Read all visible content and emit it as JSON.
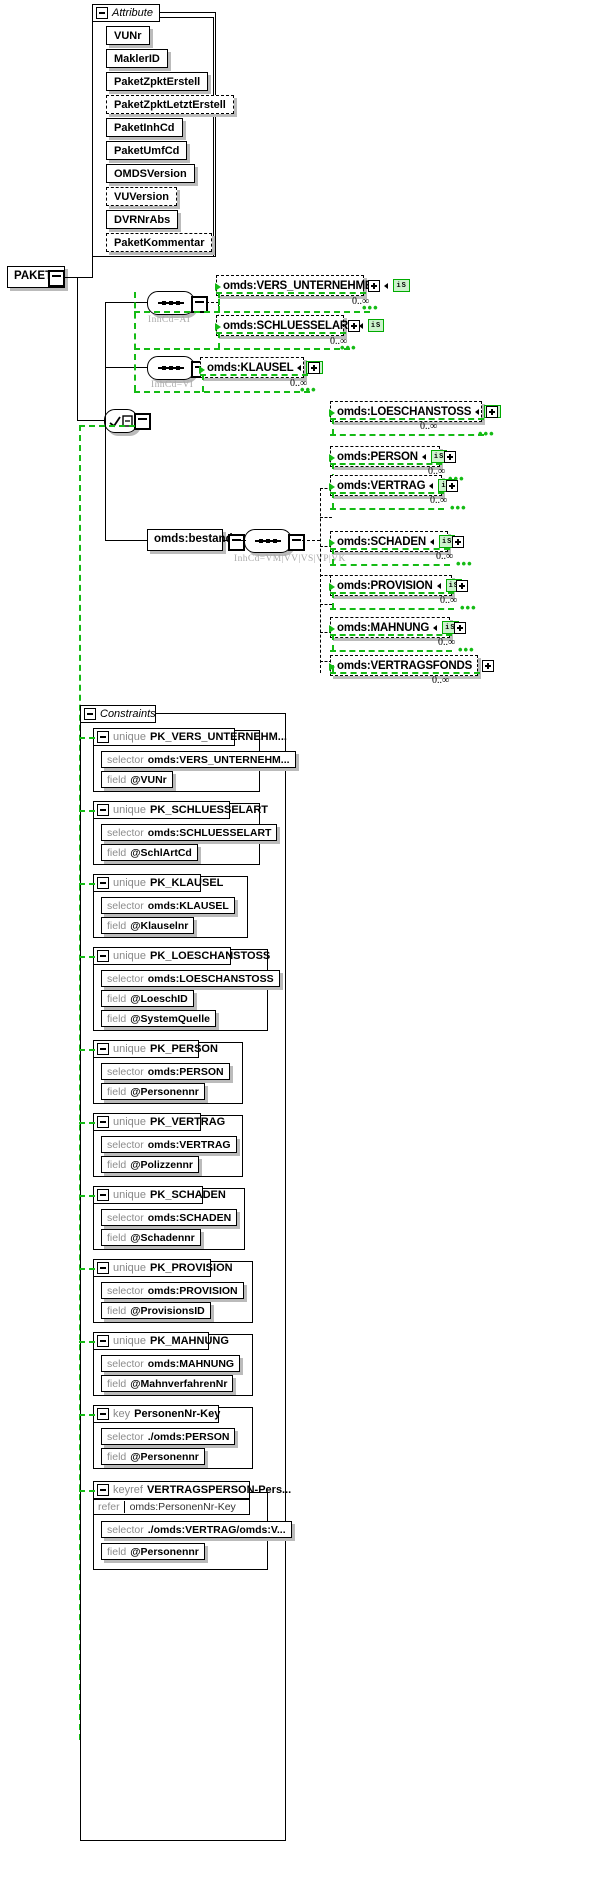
{
  "diagram": {
    "type": "xsd-schema-diagram",
    "root_element": "PAKET",
    "colors": {
      "line": "#000000",
      "reference_green": "#15bb15",
      "badge_bg": "#ccf2cc",
      "badge_border": "#00aa00",
      "shadow": "#bbbbbb",
      "muted_text": "#8c8c8c"
    }
  },
  "root": {
    "label": "PAKET"
  },
  "attribute_group": {
    "title": "Attribute",
    "toggle": "minus",
    "items": [
      {
        "label": "VUNr",
        "optional": false
      },
      {
        "label": "MaklerID",
        "optional": false
      },
      {
        "label": "PaketZpktErstell",
        "optional": false
      },
      {
        "label": "PaketZpktLetztErstell",
        "optional": true
      },
      {
        "label": "PaketInhCd",
        "optional": false
      },
      {
        "label": "PaketUmfCd",
        "optional": false
      },
      {
        "label": "OMDSVersion",
        "optional": false
      },
      {
        "label": "VUVersion",
        "optional": true
      },
      {
        "label": "DVRNrAbs",
        "optional": false
      },
      {
        "label": "PaketKommentar",
        "optional": true
      }
    ]
  },
  "content_model": {
    "choice": {
      "symbol": "choice",
      "label": ""
    },
    "branches": [
      {
        "compositor": "sequence",
        "annotation": "InhCd=AI",
        "elements": [
          {
            "name": "omds:VERS_UNTERNEHMEN",
            "badge": "iS",
            "occurrence": "0..∞",
            "expander": "plus"
          },
          {
            "name": "omds:SCHLUESSELART",
            "badge": "iS",
            "occurrence": "0..∞",
            "expander": "plus"
          }
        ]
      },
      {
        "compositor": "sequence",
        "annotation": "InhCd=VI",
        "elements": [
          {
            "name": "omds:KLAUSEL",
            "badge": "iS",
            "occurrence": "0..∞",
            "expander": "plus"
          }
        ]
      },
      {
        "compositor": "sequence",
        "annotation": "InhCd=VM|VV|VS|VP|VK",
        "wrapper": {
          "name": "omds:bestand",
          "expander": "minus"
        },
        "elements": [
          {
            "name": "omds:LOESCHANSTOSS",
            "badge": "iS",
            "occurrence": "0..∞",
            "expander": "plus"
          },
          {
            "name": "omds:PERSON",
            "badge": "iS",
            "occurrence": "0..∞",
            "expander": "plus"
          },
          {
            "name": "omds:VERTRAG",
            "badge": "iS",
            "occurrence": "0..∞",
            "expander": "plus"
          },
          {
            "name": "omds:SCHADEN",
            "badge": "iS",
            "occurrence": "0..∞",
            "expander": "plus"
          },
          {
            "name": "omds:PROVISION",
            "badge": "iS",
            "occurrence": "0..∞",
            "expander": "plus"
          },
          {
            "name": "omds:MAHNUNG",
            "badge": "iS",
            "occurrence": "0..∞",
            "expander": "plus"
          },
          {
            "name": "omds:VERTRAGSFONDS",
            "badge": "",
            "occurrence": "0..∞",
            "expander": "plus"
          }
        ]
      }
    ]
  },
  "constraints": {
    "title": "Constraints",
    "toggle": "minus",
    "labels": {
      "selector": "selector",
      "field": "field",
      "refer": "refer"
    },
    "items": [
      {
        "kind": "unique",
        "name": "PK_VERS_UNTERNEHM...",
        "selector": "omds:VERS_UNTERNEHM...",
        "fields": [
          "@VUNr"
        ]
      },
      {
        "kind": "unique",
        "name": "PK_SCHLUESSELART",
        "selector": "omds:SCHLUESSELART",
        "fields": [
          "@SchlArtCd"
        ]
      },
      {
        "kind": "unique",
        "name": "PK_KLAUSEL",
        "selector": "omds:KLAUSEL",
        "fields": [
          "@Klauselnr"
        ]
      },
      {
        "kind": "unique",
        "name": "PK_LOESCHANSTOSS",
        "selector": "omds:LOESCHANSTOSS",
        "fields": [
          "@LoeschID",
          "@SystemQuelle"
        ]
      },
      {
        "kind": "unique",
        "name": "PK_PERSON",
        "selector": "omds:PERSON",
        "fields": [
          "@Personennr"
        ]
      },
      {
        "kind": "unique",
        "name": "PK_VERTRAG",
        "selector": "omds:VERTRAG",
        "fields": [
          "@Polizzennr"
        ]
      },
      {
        "kind": "unique",
        "name": "PK_SCHADEN",
        "selector": "omds:SCHADEN",
        "fields": [
          "@Schadennr"
        ]
      },
      {
        "kind": "unique",
        "name": "PK_PROVISION",
        "selector": "omds:PROVISION",
        "fields": [
          "@ProvisionsID"
        ]
      },
      {
        "kind": "unique",
        "name": "PK_MAHNUNG",
        "selector": "omds:MAHNUNG",
        "fields": [
          "@MahnverfahrenNr"
        ]
      },
      {
        "kind": "key",
        "name": "PersonenNr-Key",
        "selector": "./omds:PERSON",
        "fields": [
          "@Personennr"
        ]
      },
      {
        "kind": "keyref",
        "name": "VERTRAGSPERSON-Pers...",
        "refer": "omds:PersonenNr-Key",
        "selector": "./omds:VERTRAG/omds:V...",
        "fields": [
          "@Personennr"
        ]
      }
    ]
  }
}
